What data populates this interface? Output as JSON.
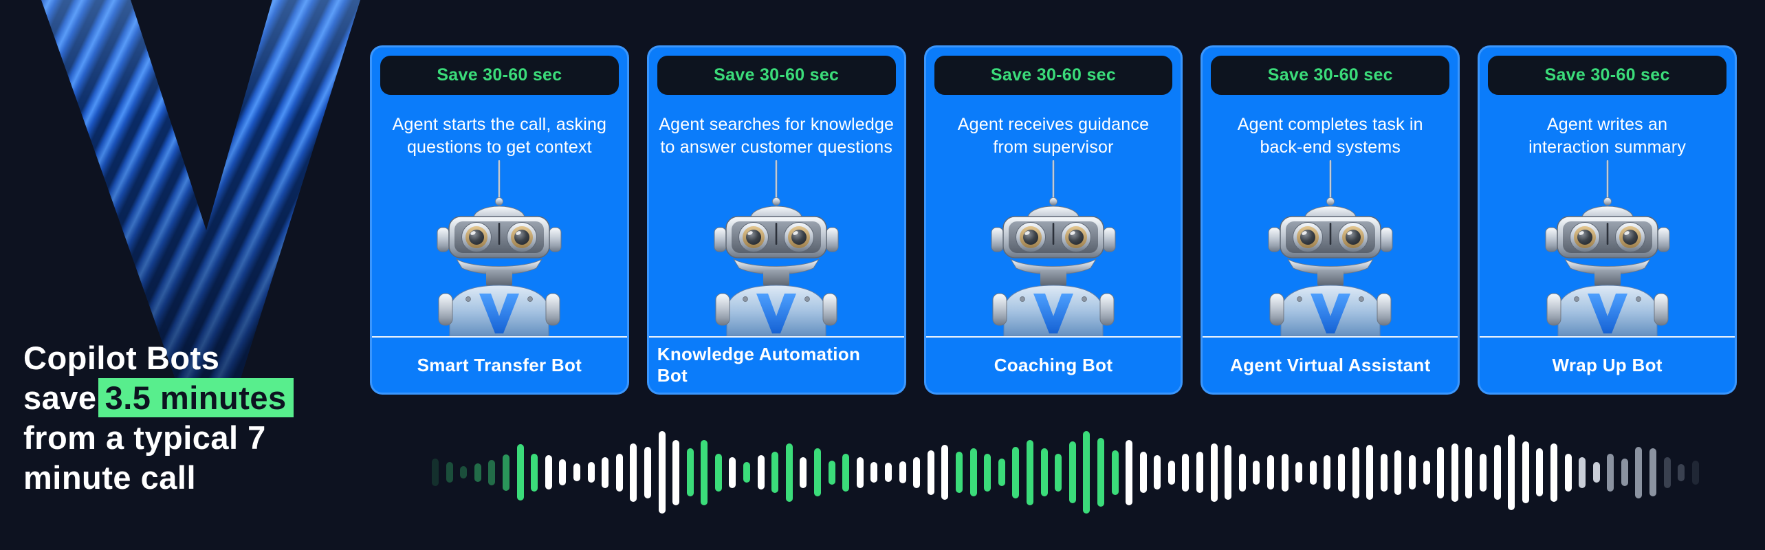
{
  "headline": {
    "line1": "Copilot Bots",
    "line2_prefix": "save",
    "line2_highlight": "3.5 minutes",
    "line3": "from a typical 7",
    "line4": "minute call"
  },
  "cards": [
    {
      "badge": "Save 30-60 sec",
      "description": [
        "Agent starts the call, asking",
        "questions to get context"
      ],
      "name": "Smart Transfer Bot"
    },
    {
      "badge": "Save 30-60 sec",
      "description": [
        "Agent searches for knowledge",
        "to answer customer questions"
      ],
      "name": "Knowledge Automation Bot"
    },
    {
      "badge": "Save 30-60 sec",
      "description": [
        "Agent receives guidance",
        "from supervisor"
      ],
      "name": "Coaching Bot"
    },
    {
      "badge": "Save 30-60 sec",
      "description": [
        "Agent completes task in",
        "back-end systems"
      ],
      "name": "Agent Virtual Assistant"
    },
    {
      "badge": "Save 30-60 sec",
      "description": [
        "Agent writes an",
        "interaction summary"
      ],
      "name": "Wrap Up Bot"
    }
  ],
  "colors": {
    "background": "#0d1220",
    "card_blue": "#0b7cfa",
    "badge_bg": "#0d141f",
    "badge_green": "#3bdc7a",
    "highlight_green": "#58ee8d",
    "divider_white": "#eef4fb",
    "v_graphic_blues": [
      "#0a2b66",
      "#1c57c4",
      "#4c92f6"
    ]
  },
  "waveform": {
    "palette": {
      "w": "#ffffff",
      "g": "#3bdc7a",
      "g1": "rgba(59,220,122,0.15)",
      "g2": "rgba(59,220,122,0.30)",
      "g3": "rgba(59,220,122,0.45)",
      "g4": "rgba(59,220,122,0.65)",
      "lg": "#c9ced8",
      "gr": "#8b93a1",
      "dg": "#3a4150",
      "vd": "#202735"
    },
    "bars": [
      [
        40,
        "g1"
      ],
      [
        30,
        "g2"
      ],
      [
        18,
        "g2"
      ],
      [
        27,
        "g3"
      ],
      [
        37,
        "g3"
      ],
      [
        53,
        "g4"
      ],
      [
        82,
        "g"
      ],
      [
        55,
        "g"
      ],
      [
        50,
        "w"
      ],
      [
        38,
        "w"
      ],
      [
        26,
        "w"
      ],
      [
        30,
        "w"
      ],
      [
        45,
        "w"
      ],
      [
        55,
        "w"
      ],
      [
        85,
        "w"
      ],
      [
        75,
        "w"
      ],
      [
        120,
        "w"
      ],
      [
        95,
        "w"
      ],
      [
        70,
        "g"
      ],
      [
        95,
        "g"
      ],
      [
        55,
        "g"
      ],
      [
        45,
        "w"
      ],
      [
        30,
        "g"
      ],
      [
        50,
        "w"
      ],
      [
        60,
        "g"
      ],
      [
        85,
        "g"
      ],
      [
        45,
        "w"
      ],
      [
        70,
        "g"
      ],
      [
        35,
        "g"
      ],
      [
        55,
        "g"
      ],
      [
        45,
        "w"
      ],
      [
        30,
        "w"
      ],
      [
        28,
        "w"
      ],
      [
        32,
        "w"
      ],
      [
        45,
        "w"
      ],
      [
        65,
        "w"
      ],
      [
        80,
        "w"
      ],
      [
        60,
        "g"
      ],
      [
        70,
        "g"
      ],
      [
        55,
        "g"
      ],
      [
        40,
        "g"
      ],
      [
        75,
        "g"
      ],
      [
        95,
        "g"
      ],
      [
        70,
        "g"
      ],
      [
        55,
        "g"
      ],
      [
        90,
        "g"
      ],
      [
        120,
        "g"
      ],
      [
        100,
        "g"
      ],
      [
        65,
        "g"
      ],
      [
        95,
        "w"
      ],
      [
        60,
        "w"
      ],
      [
        50,
        "w"
      ],
      [
        35,
        "w"
      ],
      [
        55,
        "w"
      ],
      [
        60,
        "w"
      ],
      [
        85,
        "w"
      ],
      [
        80,
        "w"
      ],
      [
        55,
        "w"
      ],
      [
        35,
        "w"
      ],
      [
        50,
        "w"
      ],
      [
        55,
        "w"
      ],
      [
        30,
        "w"
      ],
      [
        35,
        "w"
      ],
      [
        50,
        "w"
      ],
      [
        55,
        "w"
      ],
      [
        75,
        "w"
      ],
      [
        80,
        "w"
      ],
      [
        55,
        "w"
      ],
      [
        65,
        "w"
      ],
      [
        50,
        "w"
      ],
      [
        35,
        "w"
      ],
      [
        75,
        "w"
      ],
      [
        85,
        "w"
      ],
      [
        75,
        "w"
      ],
      [
        55,
        "w"
      ],
      [
        80,
        "w"
      ],
      [
        110,
        "w"
      ],
      [
        90,
        "w"
      ],
      [
        70,
        "w"
      ],
      [
        85,
        "w"
      ],
      [
        55,
        "w"
      ],
      [
        45,
        "lg"
      ],
      [
        30,
        "lg"
      ],
      [
        55,
        "gr"
      ],
      [
        40,
        "gr"
      ],
      [
        75,
        "gr"
      ],
      [
        70,
        "gr"
      ],
      [
        45,
        "dg"
      ],
      [
        25,
        "dg"
      ],
      [
        35,
        "vd"
      ]
    ]
  }
}
